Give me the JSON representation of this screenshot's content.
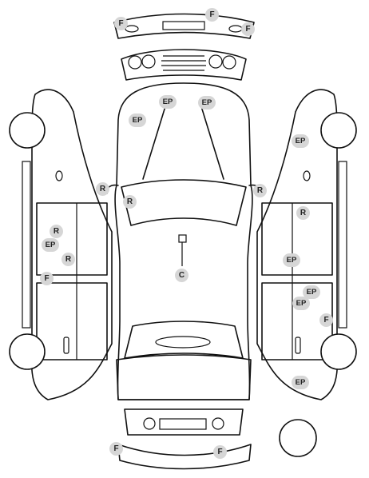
{
  "legend_codes": {
    "F": "F",
    "EP": "EP",
    "R": "R",
    "C": "C"
  },
  "colors": {
    "outline": "#111111",
    "badge_bg": "#d6d6d6",
    "badge_text": "#222222",
    "background": "#ffffff"
  }
}
